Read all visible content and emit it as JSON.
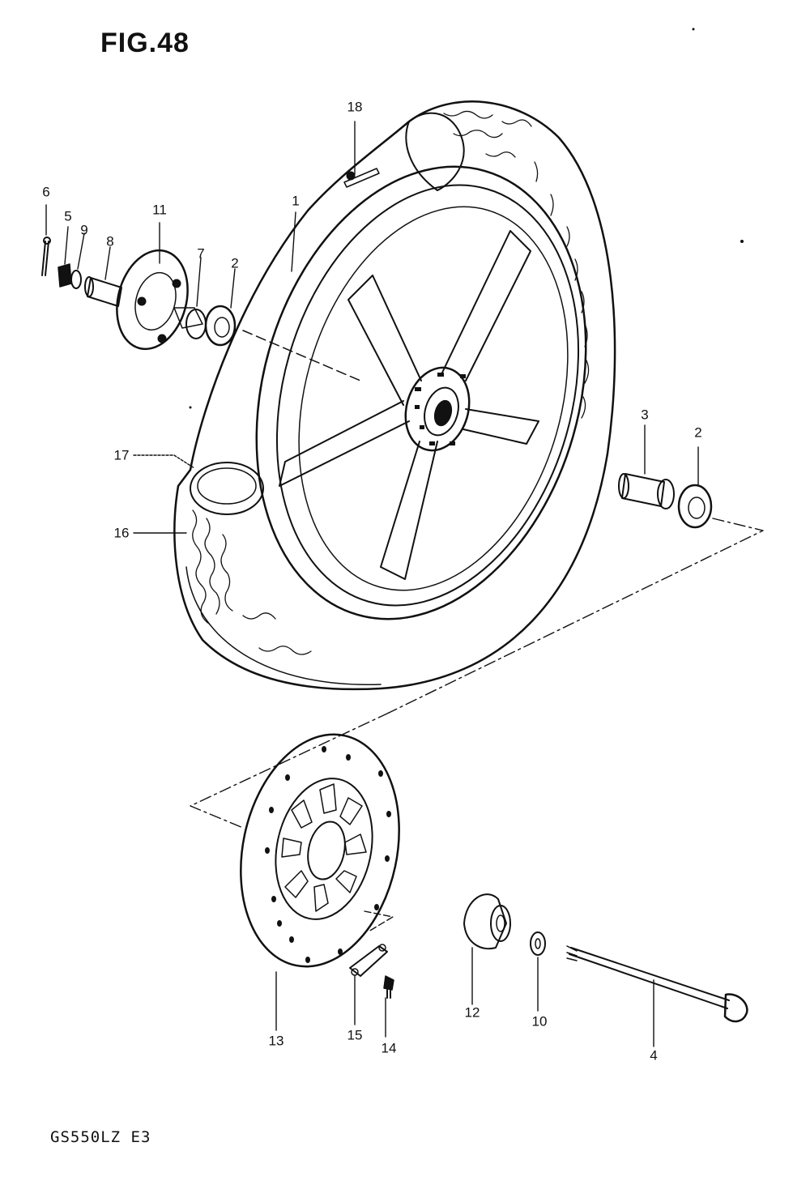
{
  "figure_title": "FIG.48",
  "model_code": "GS550LZ E3",
  "callouts": [
    {
      "id": "c1",
      "label": "1"
    },
    {
      "id": "c2a",
      "label": "2"
    },
    {
      "id": "c2b",
      "label": "2"
    },
    {
      "id": "c3",
      "label": "3"
    },
    {
      "id": "c4",
      "label": "4"
    },
    {
      "id": "c5",
      "label": "5"
    },
    {
      "id": "c6",
      "label": "6"
    },
    {
      "id": "c7",
      "label": "7"
    },
    {
      "id": "c8",
      "label": "8"
    },
    {
      "id": "c9",
      "label": "9"
    },
    {
      "id": "c10",
      "label": "10"
    },
    {
      "id": "c11",
      "label": "11"
    },
    {
      "id": "c12",
      "label": "12"
    },
    {
      "id": "c13",
      "label": "13"
    },
    {
      "id": "c14",
      "label": "14"
    },
    {
      "id": "c15",
      "label": "15"
    },
    {
      "id": "c16",
      "label": "16"
    },
    {
      "id": "c17",
      "label": "17"
    },
    {
      "id": "c18",
      "label": "18"
    }
  ]
}
